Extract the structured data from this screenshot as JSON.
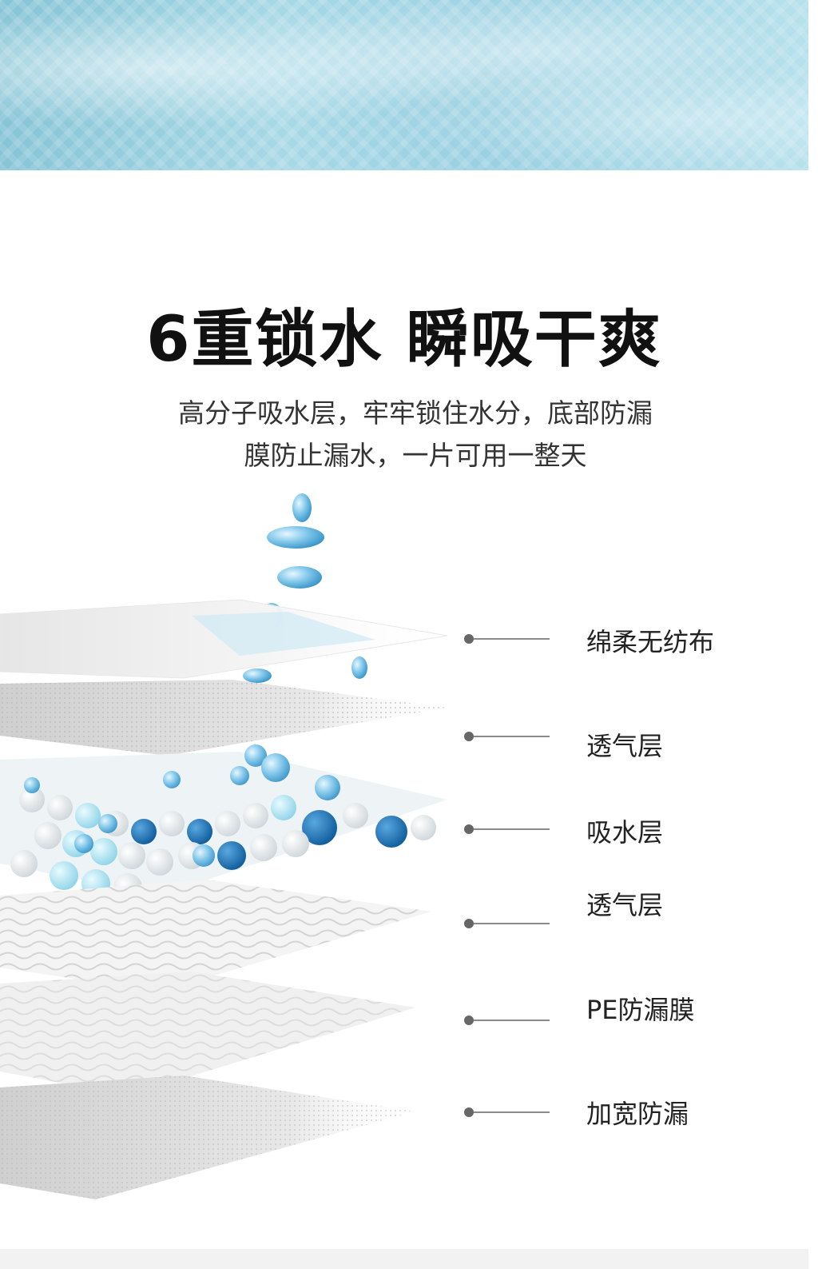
{
  "headline": {
    "title": "6重锁水 瞬吸干爽",
    "subtitle_line1": "高分子吸水层，牢牢锁住水分，底部防漏",
    "subtitle_line2": "膜防止漏水，一片可用一整天"
  },
  "layers": [
    {
      "label": "绵柔无纺布"
    },
    {
      "label": "透气层"
    },
    {
      "label": "吸水层"
    },
    {
      "label": "透气层"
    },
    {
      "label": "PE防漏膜"
    },
    {
      "label": "加宽防漏"
    }
  ],
  "colors": {
    "banner_blue": "#9ad0e2",
    "droplet_blue": "#4aa7d8",
    "deep_blue": "#1f6fb0",
    "title_text": "#111111"
  }
}
